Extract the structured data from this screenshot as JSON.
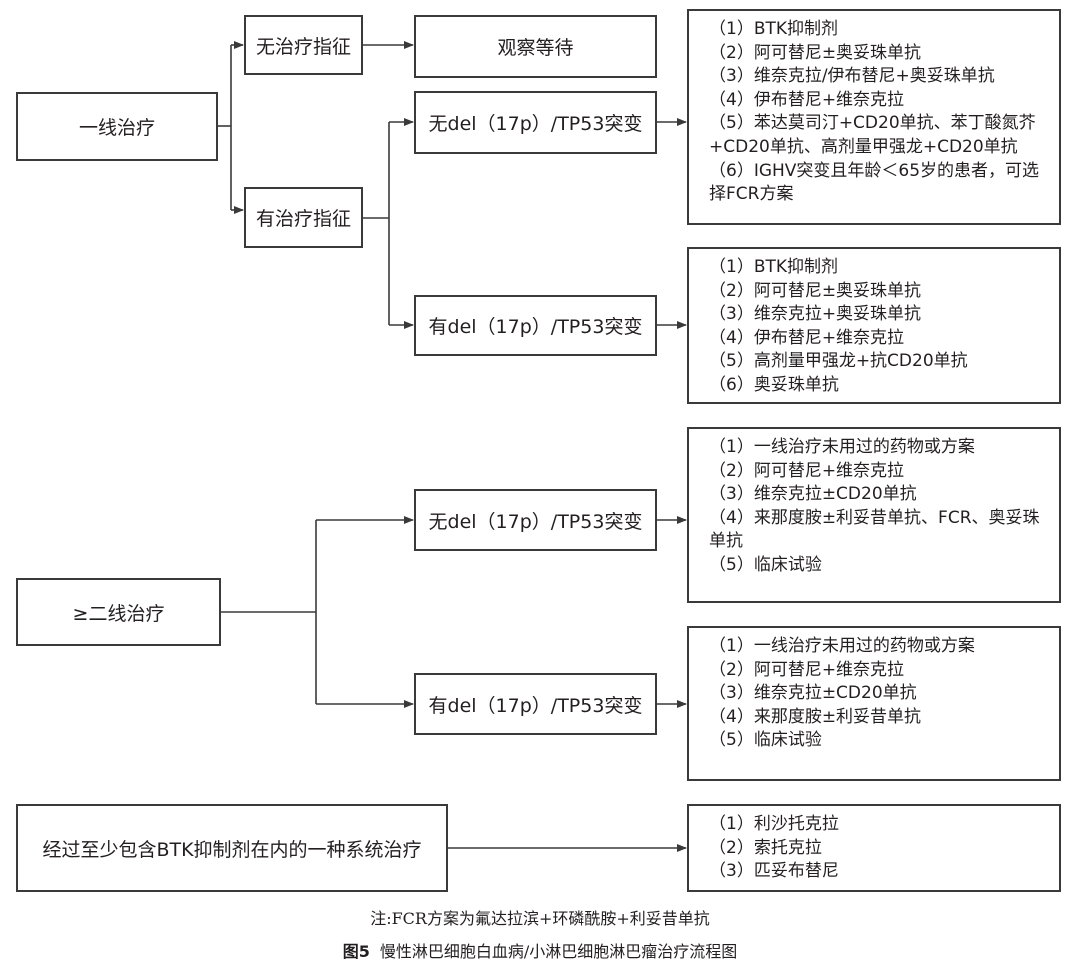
{
  "nodes": {
    "first_line": "一线治疗",
    "no_indication": "无治疗指征",
    "observe": "观察等待",
    "has_indication": "有治疗指征",
    "fl_no_del": "无del（17p）/TP53突变",
    "fl_has_del": "有del（17p）/TP53突变",
    "second_line": "≥二线治疗",
    "sl_no_del": "无del（17p）/TP53突变",
    "sl_has_del": "有del（17p）/TP53突变",
    "after_btk": "经过至少包含BTK抑制剂在内的一种系统治疗"
  },
  "lists": {
    "fl_no_del": [
      "（1）BTK抑制剂",
      "（2）阿可替尼±奥妥珠单抗",
      "（3）维奈克拉/伊布替尼+奥妥珠单抗",
      "（4）伊布替尼+维奈克拉",
      "（5）苯达莫司汀+CD20单抗、苯丁酸氮芥+CD20单抗、高剂量甲强龙+CD20单抗",
      "（6）IGHV突变且年龄＜65岁的患者，可选择FCR方案"
    ],
    "fl_has_del": [
      "（1）BTK抑制剂",
      "（2）阿可替尼±奥妥珠单抗",
      "（3）维奈克拉+奥妥珠单抗",
      "（4）伊布替尼+维奈克拉",
      "（5）高剂量甲强龙+抗CD20单抗",
      "（6）奥妥珠单抗"
    ],
    "sl_no_del": [
      "（1）一线治疗未用过的药物或方案",
      "（2）阿可替尼+维奈克拉",
      "（3）维奈克拉±CD20单抗",
      "（4）来那度胺±利妥昔单抗、FCR、奥妥珠单抗",
      "（5）临床试验"
    ],
    "sl_has_del": [
      "（1）一线治疗未用过的药物或方案",
      "（2）阿可替尼+维奈克拉",
      "（3）维奈克拉±CD20单抗",
      "（4）来那度胺±利妥昔单抗",
      "（5）临床试验"
    ],
    "after_btk": [
      "（1）利沙托克拉",
      "（2）索托克拉",
      "（3）匹妥布替尼"
    ]
  },
  "note": "注:FCR方案为氟达拉滨+环磷酰胺+利妥昔单抗",
  "caption": {
    "label": "图5",
    "title": "慢性淋巴细胞白血病/小淋巴细胞淋巴瘤治疗流程图"
  }
}
